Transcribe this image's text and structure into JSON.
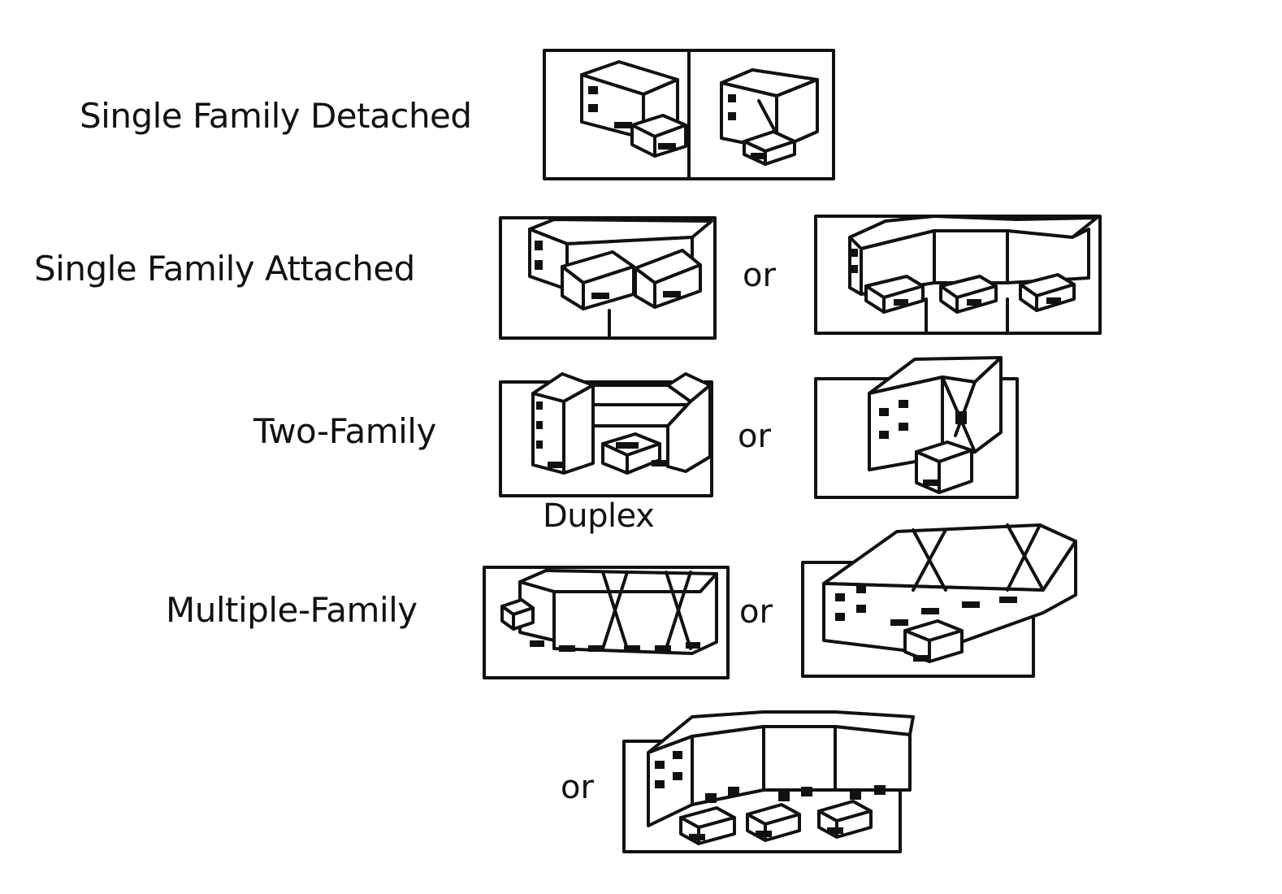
{
  "rows": [
    {
      "label": "Single Family Detached"
    },
    {
      "label": "Single Family Attached"
    },
    {
      "label": "Two-Family"
    },
    {
      "label": "Multiple-Family"
    }
  ],
  "caption_duplex": "Duplex",
  "or_text": "or",
  "line_color": "#111111"
}
